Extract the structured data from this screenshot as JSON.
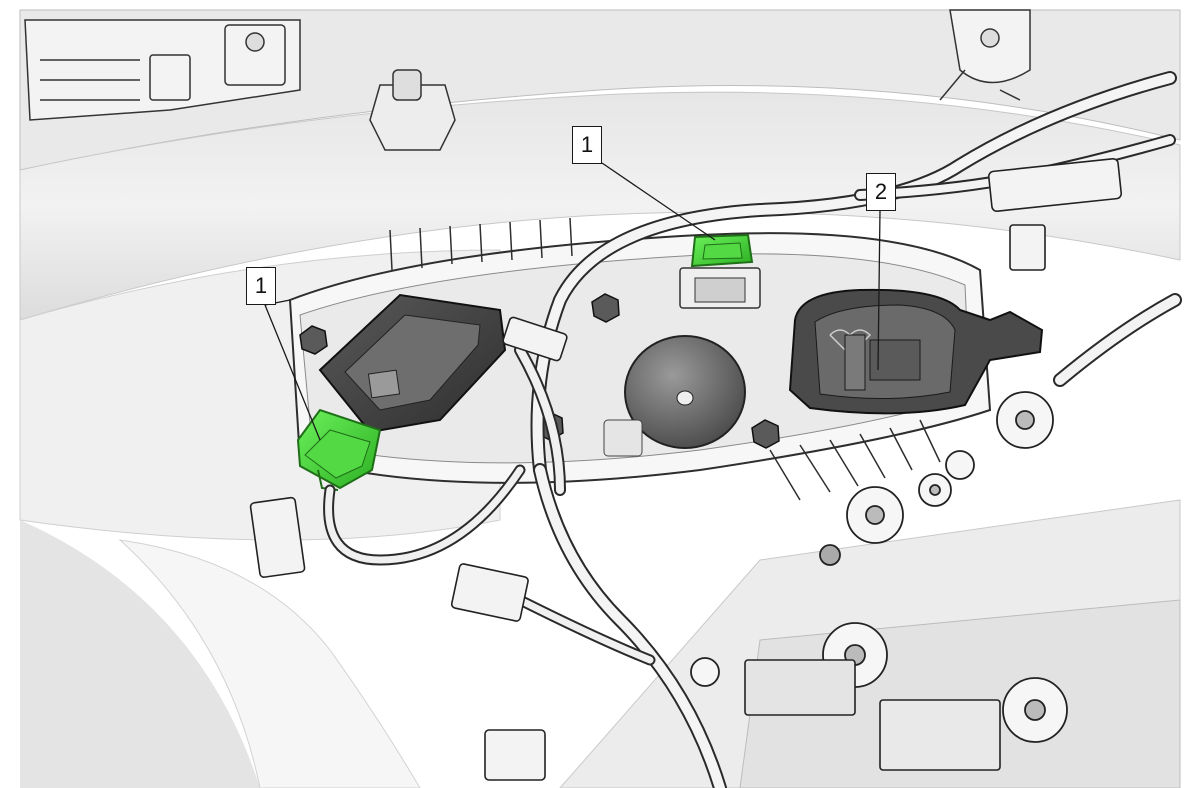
{
  "diagram": {
    "callouts": [
      {
        "id": "callout-1-left",
        "label": "1"
      },
      {
        "id": "callout-1-top",
        "label": "1"
      },
      {
        "id": "callout-2",
        "label": "2"
      }
    ],
    "colors": {
      "highlight": "#3ad12c",
      "highlight_dark": "#1f8f17",
      "part_dark": "#3a3a3a",
      "part_mid": "#8a8a8a",
      "line": "#2a2a2a",
      "panel": "#ececec",
      "background": "#ffffff"
    }
  }
}
